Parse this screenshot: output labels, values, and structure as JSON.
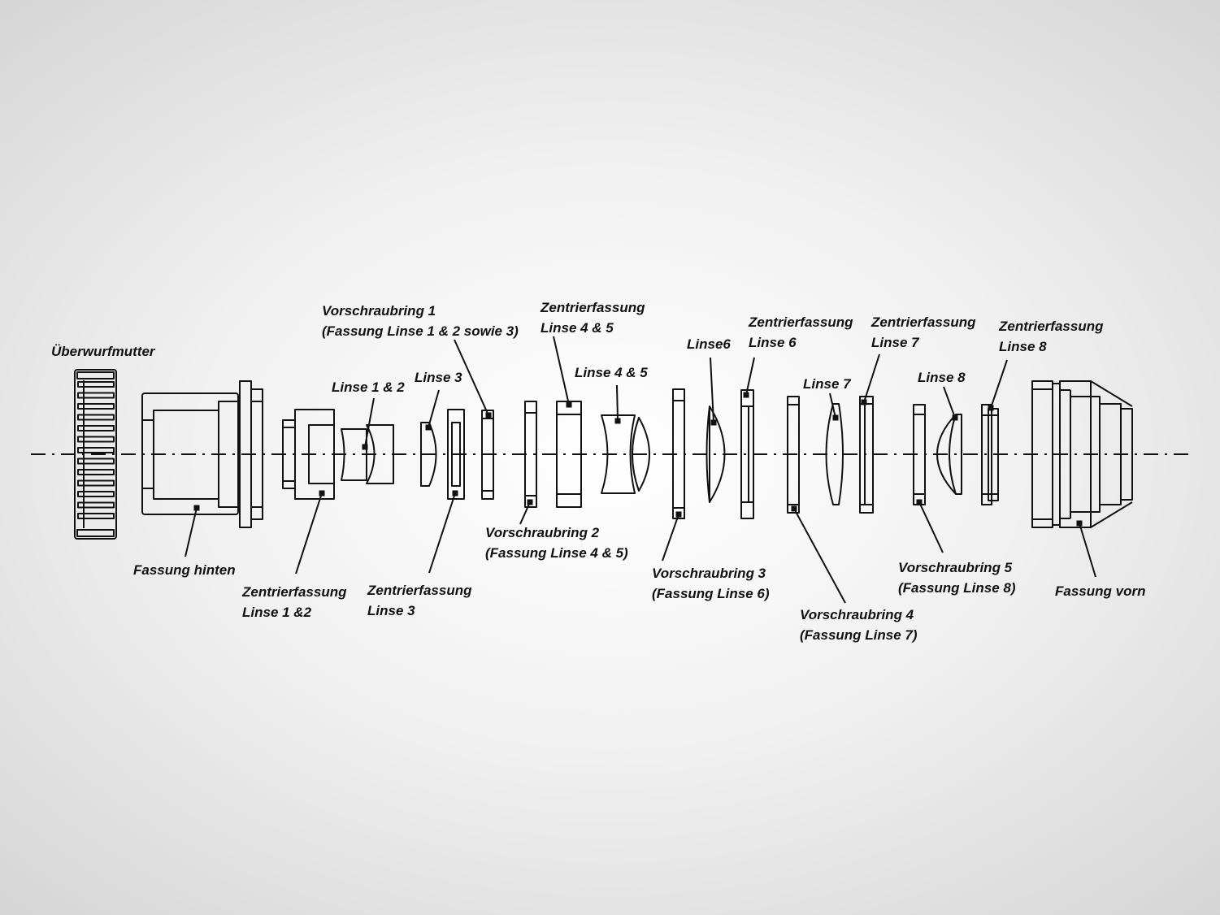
{
  "title": "Explosionszeichnung Objektiv",
  "labels": {
    "ueberwurfmutter": [
      "Überwurfmutter"
    ],
    "fassung_hinten": [
      "Fassung hinten"
    ],
    "zf_linse12": [
      "Zentrierfassung",
      "Linse 1 &2"
    ],
    "vsr1": [
      "Vorschraubring 1",
      "(Fassung Linse 1 & 2 sowie 3)"
    ],
    "linse12": [
      "Linse 1 & 2"
    ],
    "linse3": [
      "Linse 3"
    ],
    "zf_linse3": [
      "Zentrierfassung",
      "Linse 3"
    ],
    "zf_linse45": [
      "Zentrierfassung",
      "Linse 4 & 5"
    ],
    "linse45": [
      "Linse 4 & 5"
    ],
    "vsr2": [
      "Vorschraubring 2",
      "(Fassung Linse 4 & 5)"
    ],
    "linse6": [
      "Linse6"
    ],
    "zf_linse6": [
      "Zentrierfassung",
      "Linse 6"
    ],
    "vsr3": [
      "Vorschraubring 3",
      "(Fassung Linse 6)"
    ],
    "linse7": [
      "Linse 7"
    ],
    "zf_linse7": [
      "Zentrierfassung",
      "Linse 7"
    ],
    "vsr4": [
      "Vorschraubring 4",
      "(Fassung Linse 7)"
    ],
    "linse8": [
      "Linse 8"
    ],
    "zf_linse8": [
      "Zentrierfassung",
      "Linse 8"
    ],
    "vsr5": [
      "Vorschraubring 5",
      "(Fassung Linse 8)"
    ],
    "fassung_vorn": [
      "Fassung vorn"
    ]
  }
}
